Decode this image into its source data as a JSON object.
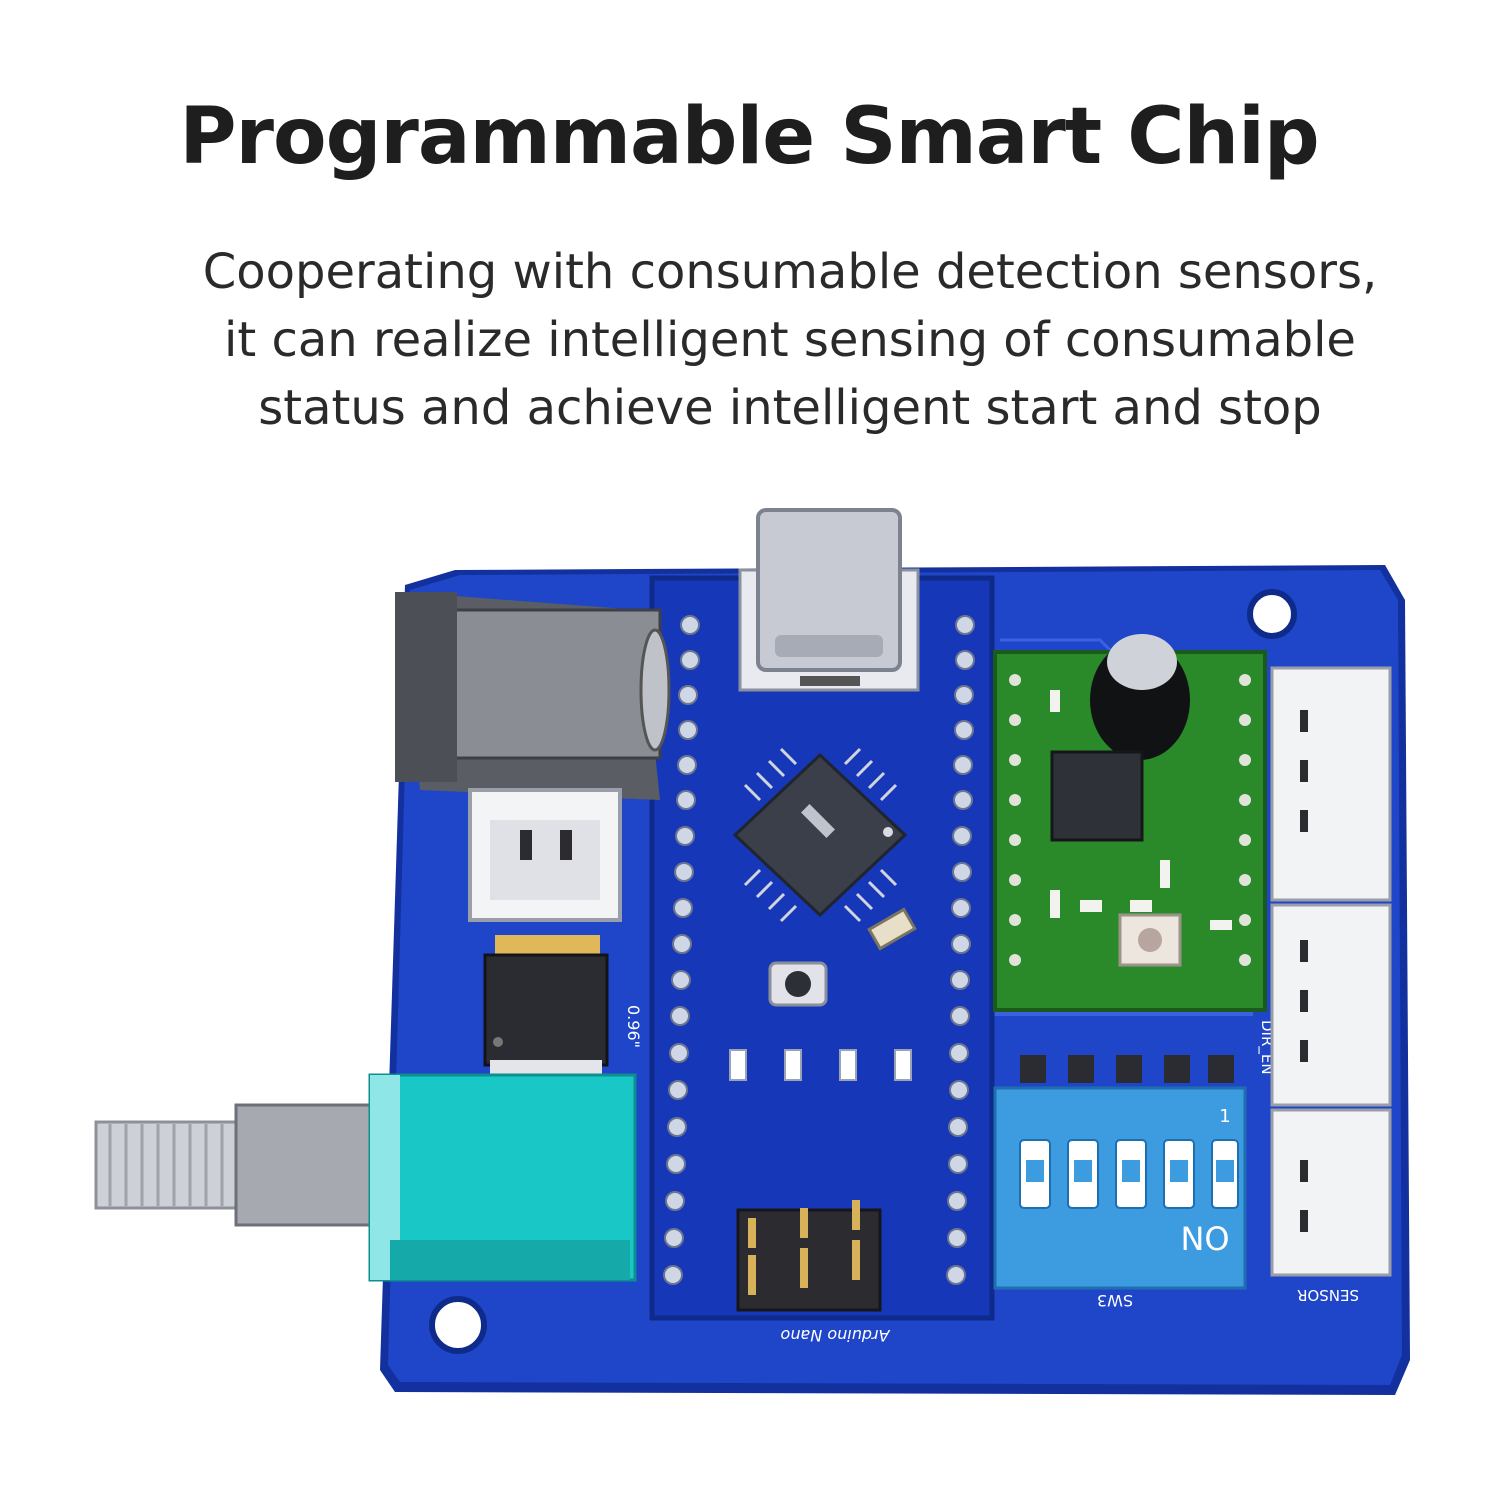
{
  "heading": {
    "title": "Programmable Smart Chip",
    "lines": [
      "Cooperating with consumable detection sensors,",
      "it can realize intelligent sensing of consumable",
      "status and achieve intelligent start and stop"
    ]
  },
  "board_labels": {
    "dip_switch": "NO",
    "dip_index": "1",
    "bottom_left": "Arduino Nano",
    "bottom_mid": "SW3",
    "bottom_right": "SENSOR",
    "side_label": "0.96\"",
    "side_label_right": "DIR_EN"
  },
  "colors": {
    "pcb_blue": "#1f46c8",
    "pcb_edge": "#1230a0",
    "driver_green": "#2a8a2a",
    "knob_cyan": "#19c7c7",
    "dip_blue": "#3d9be0"
  }
}
